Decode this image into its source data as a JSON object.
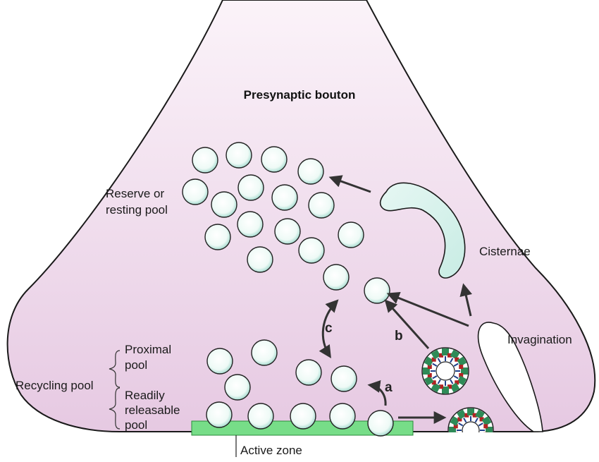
{
  "title": "Presynaptic bouton",
  "labels": {
    "reserve_line1": "Reserve or",
    "reserve_line2": "resting pool",
    "cisternae": "Cisternae",
    "invagination": "Invagination",
    "recycling_pool": "Recycling pool",
    "proximal_line1": "Proximal",
    "proximal_line2": "pool",
    "rrp_line1": "Readily",
    "rrp_line2": "releasable",
    "rrp_line3": "pool",
    "active_zone": "Active zone"
  },
  "pathways": [
    "a",
    "b",
    "c"
  ],
  "colors": {
    "bouton_top": "#fbf3f9",
    "bouton_bottom": "#e6c9e2",
    "bouton_stroke": "#1a1a1a",
    "vesicle_fill": "#eefaf6",
    "vesicle_edge": "#9fd8cc",
    "cisternae": "#c8ece4",
    "active_zone": "#77dd88",
    "clathrin_green": "#2e8b57",
    "clathrin_red": "#b22222",
    "clathrin_blue": "#1e3f8a",
    "arrow": "#333333"
  }
}
